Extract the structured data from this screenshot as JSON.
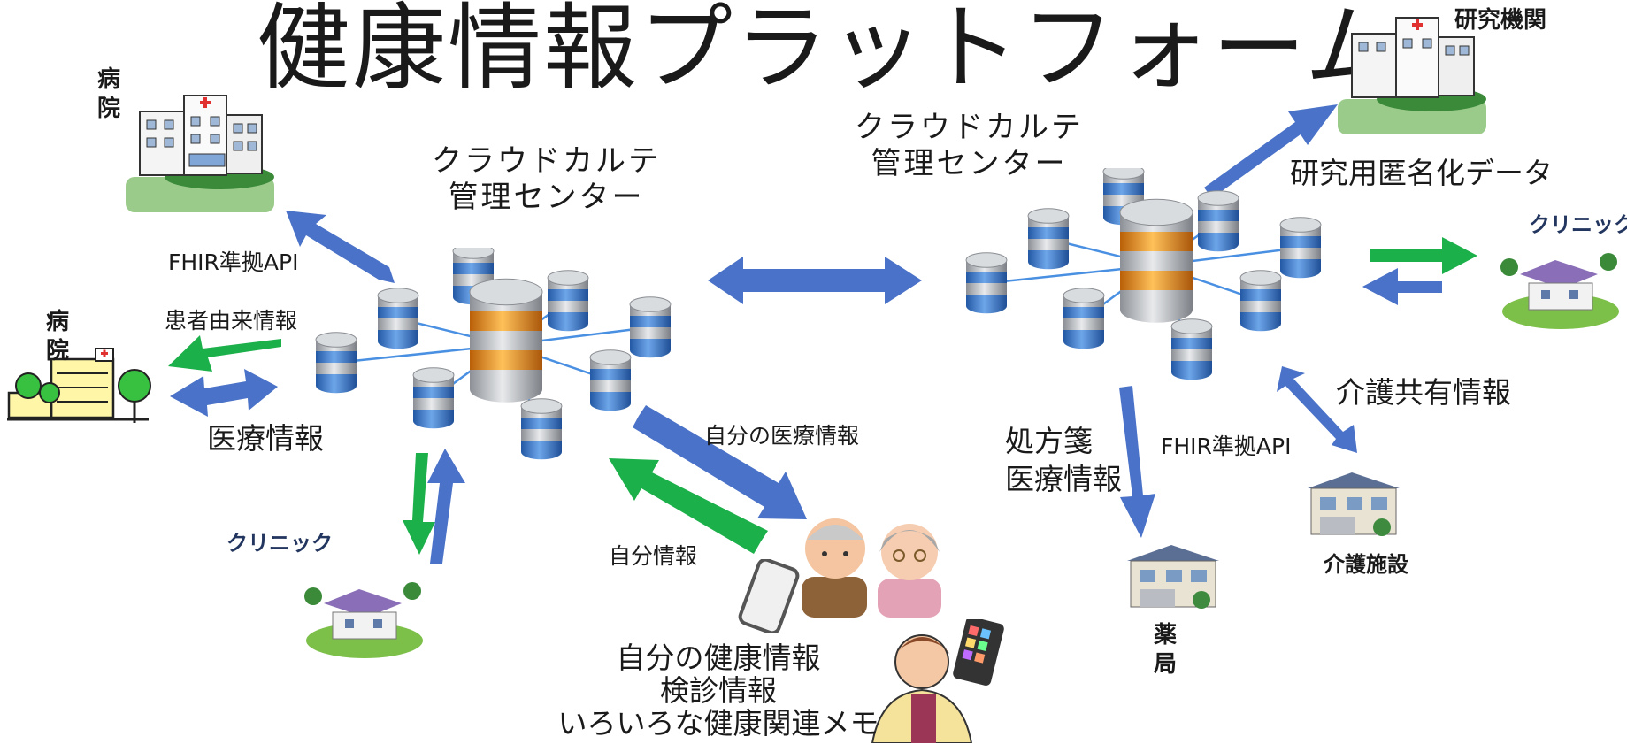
{
  "title": "健康情報プラットフォーム",
  "left_hub": {
    "label_line1": "クラウドカルテ",
    "label_line2": "管理センター"
  },
  "right_hub": {
    "label_line1": "クラウドカルテ",
    "label_line2": "管理センター"
  },
  "nodes": {
    "hospital_top": [
      "病",
      "院"
    ],
    "hospital_left": [
      "病",
      "院"
    ],
    "clinic_bottom_left": "クリニック",
    "research": "研究機関",
    "clinic_right": "クリニック",
    "pharmacy": [
      "薬",
      "局"
    ],
    "care_facility": "介護施設"
  },
  "labels": {
    "fhir_api_left": "FHIR準拠API",
    "patient_origin": "患者由来情報",
    "medical_info": "医療情報",
    "own_medical_info": "自分の医療情報",
    "own_info": "自分情報",
    "research_data": "研究用匿名化データ",
    "care_shared": "介護共有情報",
    "fhir_api_right": "FHIR準拠API",
    "prescription_line1": "処方箋",
    "prescription_line2": "医療情報",
    "personal_line1": "自分の健康情報",
    "personal_line2": "検診情報",
    "personal_line3": "いろいろな健康関連メモ"
  },
  "colors": {
    "blue_arrow": "#4a72c8",
    "green_arrow": "#1cb04a",
    "db_silver": "#b5b8bd",
    "db_blue": "#3f7fcf",
    "db_orange": "#e98a1c",
    "clinic_label": "#23365f"
  }
}
